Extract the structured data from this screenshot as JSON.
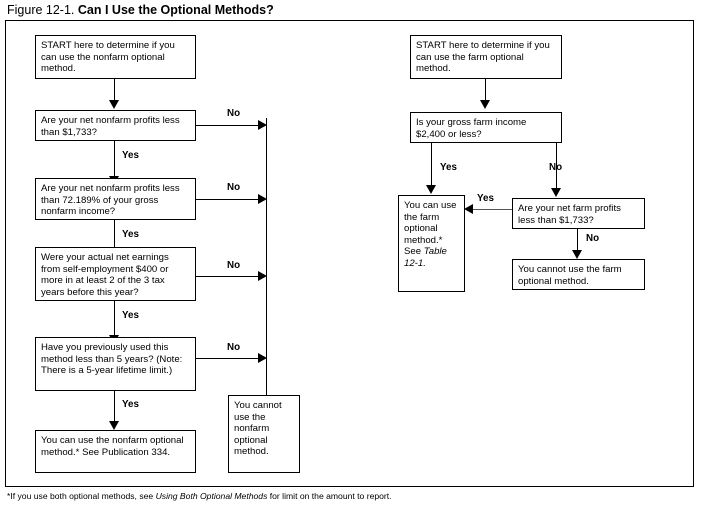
{
  "title": {
    "figure_number": "Figure 12-1.",
    "figure_name": "Can I Use the Optional Methods?"
  },
  "footnote": {
    "prefix": "*If you use both optional methods, see ",
    "italic": "Using Both Optional Methods",
    "suffix": " for limit on the amount to report."
  },
  "flowchart": {
    "left_branch": {
      "start": "START here to determine if you can use the nonfarm optional method.",
      "decisions": [
        {
          "text": "Are your net nonfarm profits less than $1,733?",
          "yes_label": "Yes",
          "no_label": "No"
        },
        {
          "text": "Are your net nonfarm profits less than 72.189% of your gross nonfarm income?",
          "yes_label": "Yes",
          "no_label": "No"
        },
        {
          "text": "Were your actual net earnings from self-employment $400 or more in at least 2 of the 3 tax years before this year?",
          "yes_label": "Yes",
          "no_label": "No"
        },
        {
          "text": "Have you previously used this method less than 5 years? (Note: There is a 5-year lifetime limit.)",
          "yes_label": "Yes",
          "no_label": "No"
        }
      ],
      "success": "You can use the nonfarm optional method.* See Publication 334.",
      "failure": "You cannot use the nonfarm optional method."
    },
    "right_branch": {
      "start": "START here to determine if you can use the farm optional method.",
      "gross_income_question": {
        "text": "Is your gross farm income $2,400 or less?",
        "yes_label": "Yes",
        "no_label": "No"
      },
      "net_profits_question": {
        "text": "Are your net farm profits less than $1,733?",
        "yes_label": "Yes",
        "no_label": "No"
      },
      "success_prefix": "You can use the farm optional method.* See ",
      "success_italic": "Table 12-1",
      "success_suffix": ".",
      "failure": "You cannot use the farm optional method."
    }
  }
}
